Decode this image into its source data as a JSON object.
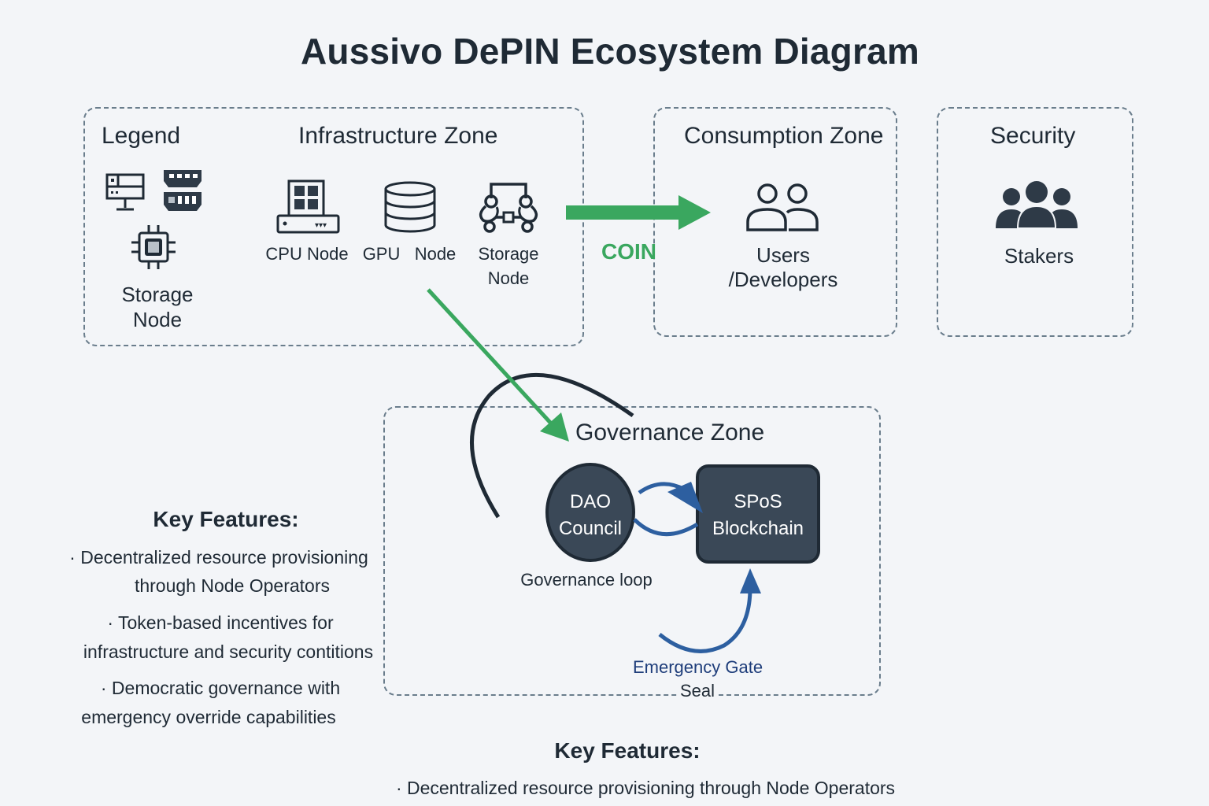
{
  "title": "Aussivo DePIN Ecosystem Diagram",
  "zones": {
    "legend": {
      "title": "Legend",
      "icons": [
        "server-monitor-icon",
        "memory-module-icon",
        "chip-icon"
      ],
      "item_label_line1": "Storage",
      "item_label_line2": "Node"
    },
    "infrastructure": {
      "title": "Infrastructure Zone",
      "nodes": [
        {
          "icon": "cpu-server-icon",
          "label": "CPU Node"
        },
        {
          "icon": "database-icon",
          "label": "GPU   Node"
        },
        {
          "icon": "network-cluster-icon",
          "label_line1": "Storage",
          "label_line2": "Node"
        }
      ]
    },
    "consumption": {
      "title": "Consumption Zone",
      "icon": "users-outline-icon",
      "label_line1": "Users",
      "label_line2": "/Developers"
    },
    "security": {
      "title": "Security",
      "icon": "group-filled-icon",
      "label": "Stakers"
    },
    "governance": {
      "title": "Governance Zone",
      "dao": {
        "line1": "DAO",
        "line2": "Council"
      },
      "blockchain": {
        "line1": "SPoS",
        "line2": "Blockchain"
      },
      "loop_label": "Governance loop",
      "emergency_label": "Emergency Gate",
      "seal_label": "Seal"
    }
  },
  "flows": {
    "coin_label": "COIN",
    "colors": {
      "green": "#3aa75f",
      "blue": "#2d5fa0",
      "dark": "#1f2a35",
      "node_fill": "#3a4857"
    }
  },
  "key_features_left": {
    "heading": "Key Features:",
    "lines": [
      "· Decentralized resource provisioning",
      "through Node Operators",
      "· Token-based incentives for",
      "infrastructure and security contitions",
      "· Democratic governance with",
      "emergency override capabilities"
    ]
  },
  "key_features_bottom": {
    "heading": "Key Features:",
    "lines": [
      "· Decentralized resource provisioning through Node Operators"
    ]
  }
}
